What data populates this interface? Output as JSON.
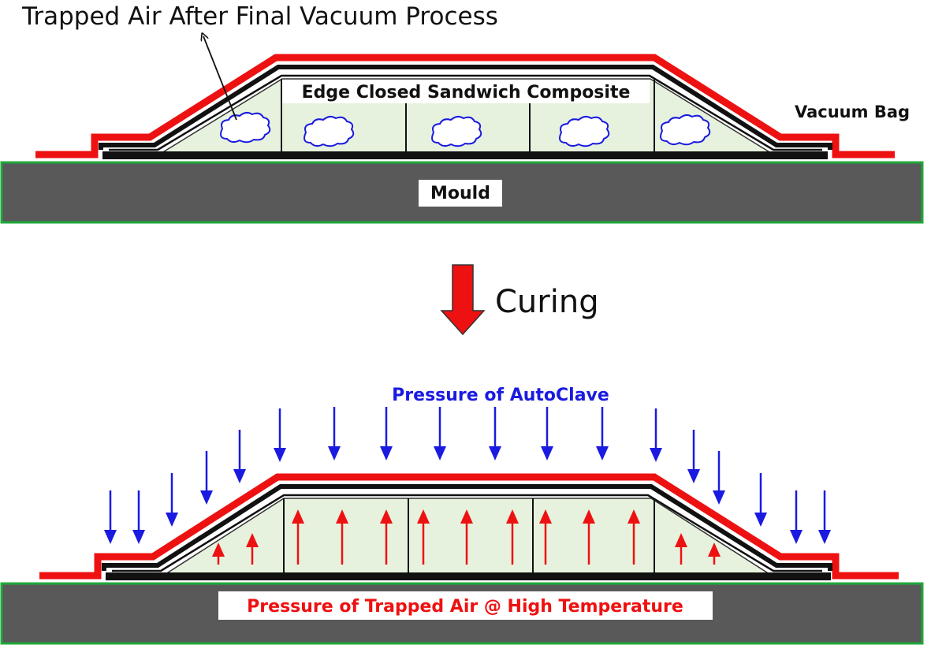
{
  "top_panel": {
    "title": "Trapped Air After Final Vacuum Process",
    "composite_label": "Edge Closed Sandwich Composite",
    "vacuum_bag_label": "Vacuum Bag",
    "mould_label": "Mould"
  },
  "transition": {
    "label": "Curing"
  },
  "bottom_panel": {
    "autoclave_label": "Pressure of AutoClave",
    "trapped_air_label": "Pressure of Trapped Air @ High Temperature"
  },
  "colors": {
    "vacuum_bag": "#ee1111",
    "mould": "#595959",
    "mould_edge": "#1fa83a",
    "composite_fill": "#e6f2dd",
    "autoclave_arrow": "#1a1ae0",
    "trapped_air_arrow": "#ee1111",
    "air_bubble": "#1a1ae0"
  }
}
